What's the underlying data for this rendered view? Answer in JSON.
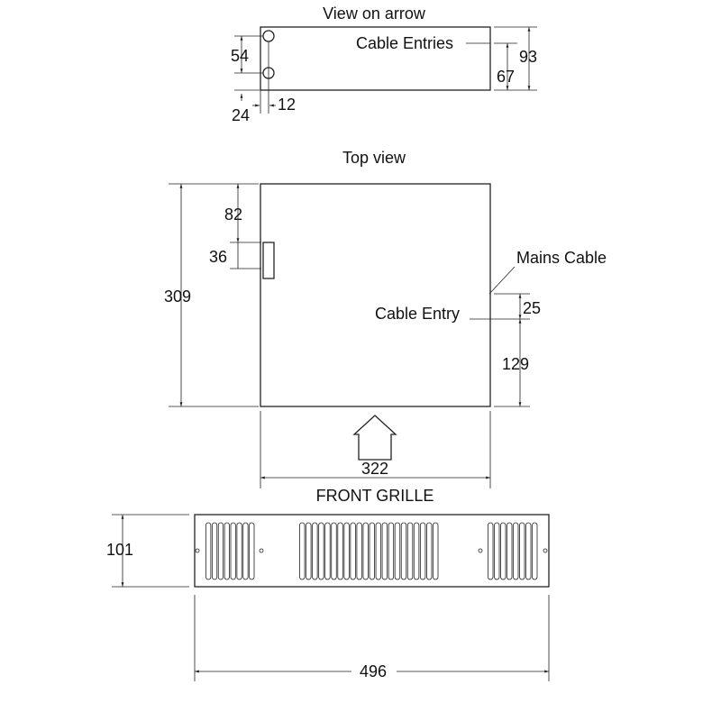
{
  "view_on_arrow": {
    "title": "View on arrow",
    "cable_entries": "Cable Entries",
    "dim_54": "54",
    "dim_24": "24",
    "dim_12": "12",
    "dim_93": "93",
    "dim_67": "67"
  },
  "top_view": {
    "title": "Top view",
    "mains_cable": "Mains Cable",
    "cable_entry": "Cable Entry",
    "dim_309": "309",
    "dim_82": "82",
    "dim_36": "36",
    "dim_25": "25",
    "dim_129": "129",
    "dim_322": "322"
  },
  "front_grille": {
    "title": "FRONT GRILLE",
    "dim_101": "101",
    "dim_496": "496",
    "slot_groups": [
      8,
      22,
      8
    ]
  }
}
